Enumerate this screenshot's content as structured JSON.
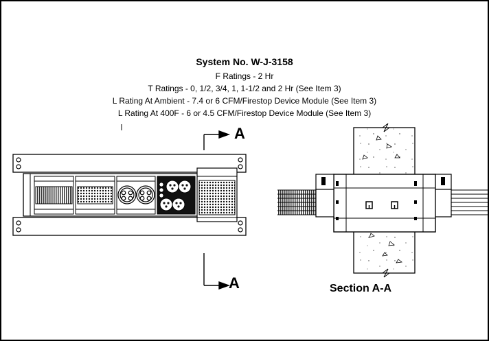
{
  "title": "System No. W-J-3158",
  "ratings": [
    "F Ratings - 2 Hr",
    "T Ratings - 0, 1/2, 3/4, 1, 1-1/2 and 2 Hr (See Item 3)",
    "L Rating At Ambient - 7.4 or 6 CFM/Firestop Device Module (See Item 3)",
    "L Rating At 400F - 6 or 4.5 CFM/Firestop Device Module (See Item 3)"
  ],
  "section_marker": "A",
  "section_caption": "Section A-A"
}
